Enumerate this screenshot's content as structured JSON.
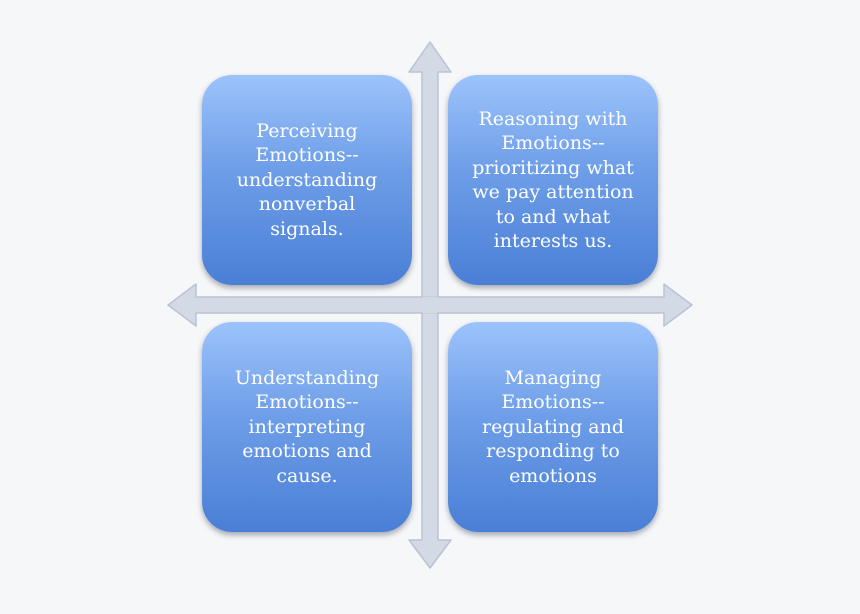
{
  "quadrants": [
    {
      "text": "Perceiving\nEmotions--\nunderstanding\nnonverbal\nsignals."
    },
    {
      "text": "Reasoning with\nEmotions--\nprioritizing what\nwe pay attention\nto and what\ninterests us."
    },
    {
      "text": "Understanding\nEmotions--\ninterpreting\nemotions and\ncause."
    },
    {
      "text": "Managing\nEmotions--\nregulating and\nresponding to\nemotions"
    }
  ],
  "colors": {
    "arrow_fill": "#d3dae6",
    "arrow_stroke": "#b9c3d3",
    "box_top": "#9cc3fb",
    "box_bottom": "#4a7fd6",
    "text": "#ffffff",
    "background": "#f6f7f9"
  }
}
